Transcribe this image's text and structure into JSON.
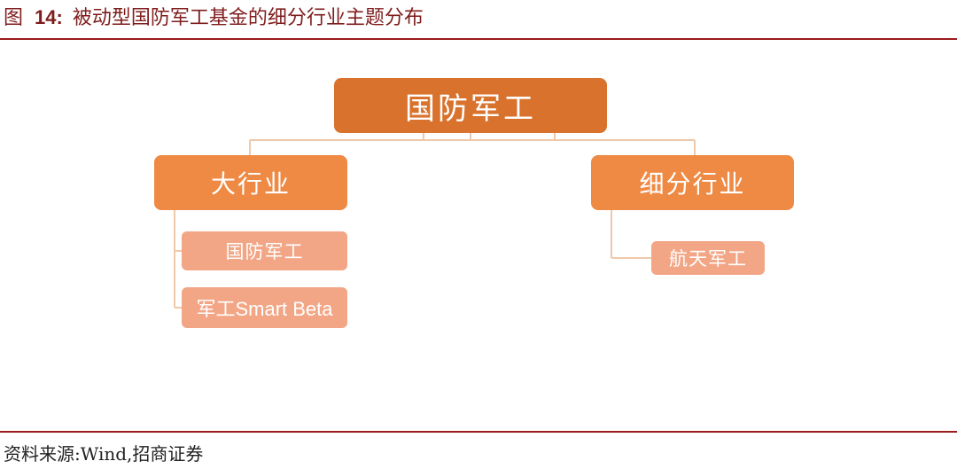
{
  "header": {
    "figure_label": "图",
    "figure_number": "14:",
    "title": "被动型国防军工基金的细分行业主题分布"
  },
  "diagram": {
    "root": {
      "label": "国防军工"
    },
    "branches": [
      {
        "label": "大行业",
        "children": [
          {
            "label": "国防军工"
          },
          {
            "label": "军工Smart Beta"
          }
        ]
      },
      {
        "label": "细分行业",
        "children": [
          {
            "label": "航天军工"
          }
        ]
      }
    ],
    "colors": {
      "root": "#d8722d",
      "branch": "#ee8a44",
      "leaf": "#f2a686",
      "connector": "#f0c8a8"
    }
  },
  "footer": {
    "source": "资料来源:Wind,招商证券"
  },
  "theme": {
    "accent": "#9b1c1c"
  }
}
